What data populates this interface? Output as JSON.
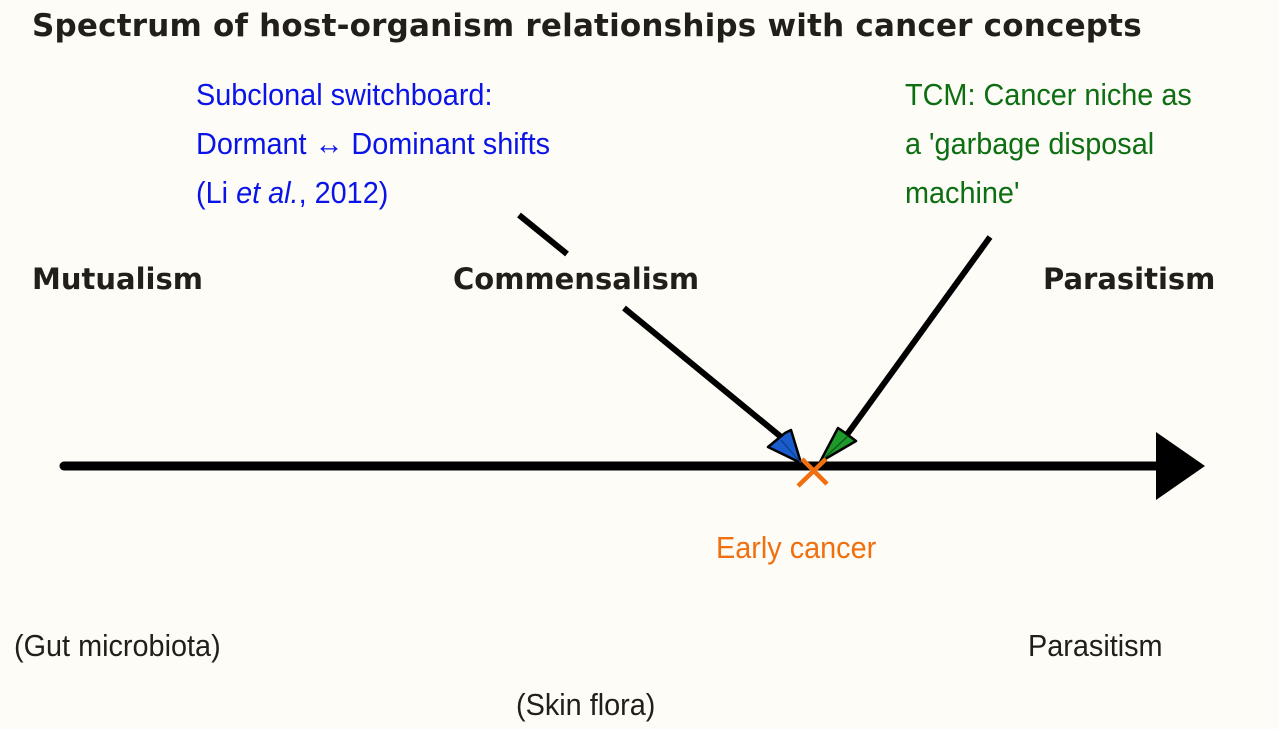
{
  "title": "Spectrum of host-organism relationships with cancer concepts",
  "spectrum": {
    "categories": [
      {
        "label": "Mutualism",
        "example": "(Gut microbiota)"
      },
      {
        "label": "Commensalism",
        "example": "(Skin flora)"
      },
      {
        "label": "Parasitism",
        "example": "Parasitism"
      }
    ],
    "axis_direction": "left-to-right"
  },
  "annotations": {
    "subclonal": {
      "line1": "Subclonal switchboard:",
      "line2": "Dormant ↔ Dominant shifts",
      "line3_prefix": "(Li ",
      "line3_italic": "et al.",
      "line3_suffix": ", 2012)",
      "color": "#0a14e6",
      "arrowhead_color": "#1a5ccc"
    },
    "tcm": {
      "line1": "TCM: Cancer niche as",
      "line2": "a 'garbage disposal",
      "line3": "machine'",
      "color": "#0d6e12",
      "arrowhead_color": "#1d9a2a"
    }
  },
  "marker": {
    "label": "Early cancer",
    "color": "#f07010",
    "symbol": "x-mark"
  }
}
